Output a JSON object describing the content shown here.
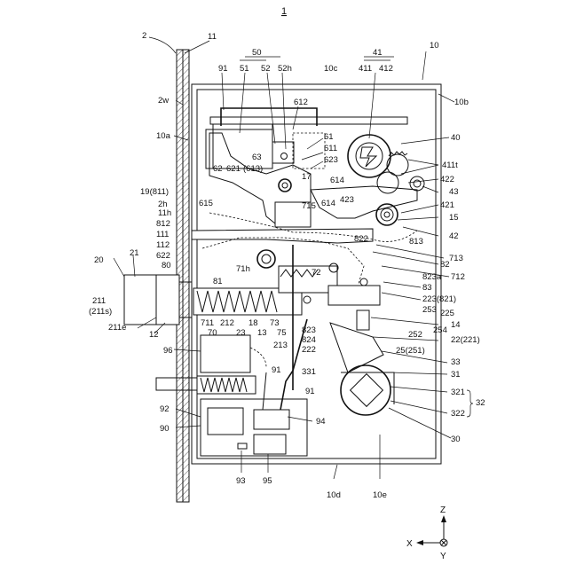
{
  "figure_number": "1",
  "labels": {
    "l2": "2",
    "l11": "11",
    "l10": "10",
    "l50": "50",
    "l41": "41",
    "l2w": "2w",
    "l91a": "91",
    "l51": "51",
    "l52": "52",
    "l52h": "52h",
    "l10c": "10c",
    "l411": "411",
    "l412": "412",
    "l10b": "10b",
    "l612": "612",
    "l10a": "10a",
    "l61": "61",
    "l611": "611",
    "l63": "63",
    "l623": "623",
    "l40": "40",
    "l613": "(613)",
    "l411t": "411t",
    "l62": "62",
    "l621": "621",
    "l17": "17",
    "l614a": "614",
    "l422": "422",
    "l19": "19(811)",
    "l615": "615",
    "l715": "715",
    "l614b": "614",
    "l423": "423",
    "l43": "43",
    "l2h": "2h",
    "l11h": "11h",
    "l421": "421",
    "l15": "15",
    "l812": "812",
    "l111": "111",
    "l822": "822",
    "l813": "813",
    "l42": "42",
    "l112": "112",
    "l622": "622",
    "l20": "20",
    "l21": "21",
    "l80": "80",
    "l713": "713",
    "l82": "82",
    "l71h": "71h",
    "l72": "72",
    "l81": "81",
    "l712": "712",
    "l823a": "823a",
    "l83": "83",
    "l211": "211",
    "l211s": "(211s)",
    "l223": "223(821)",
    "l253": "253",
    "l711": "711",
    "l212": "212",
    "l18": "18",
    "l225": "225",
    "l70": "70",
    "l23": "23",
    "l13": "13",
    "l73": "73",
    "l75": "75",
    "l14": "14",
    "l211e": "211e",
    "l12": "12",
    "l823": "823",
    "l252": "252",
    "l254": "254",
    "l824": "824",
    "l213": "213",
    "l22": "22(221)",
    "l222": "222",
    "l25": "25(251)",
    "l96": "96",
    "l91b": "91",
    "l33": "33",
    "l331": "331",
    "l31": "31",
    "l91c": "91",
    "l321": "321",
    "l32": "32",
    "l322": "322",
    "l92": "92",
    "l94": "94",
    "l90": "90",
    "l30": "30",
    "l93": "93",
    "l95": "95",
    "l10d": "10d",
    "l10e": "10e"
  },
  "axes": {
    "z": "Z",
    "x": "X",
    "y": "Y"
  }
}
